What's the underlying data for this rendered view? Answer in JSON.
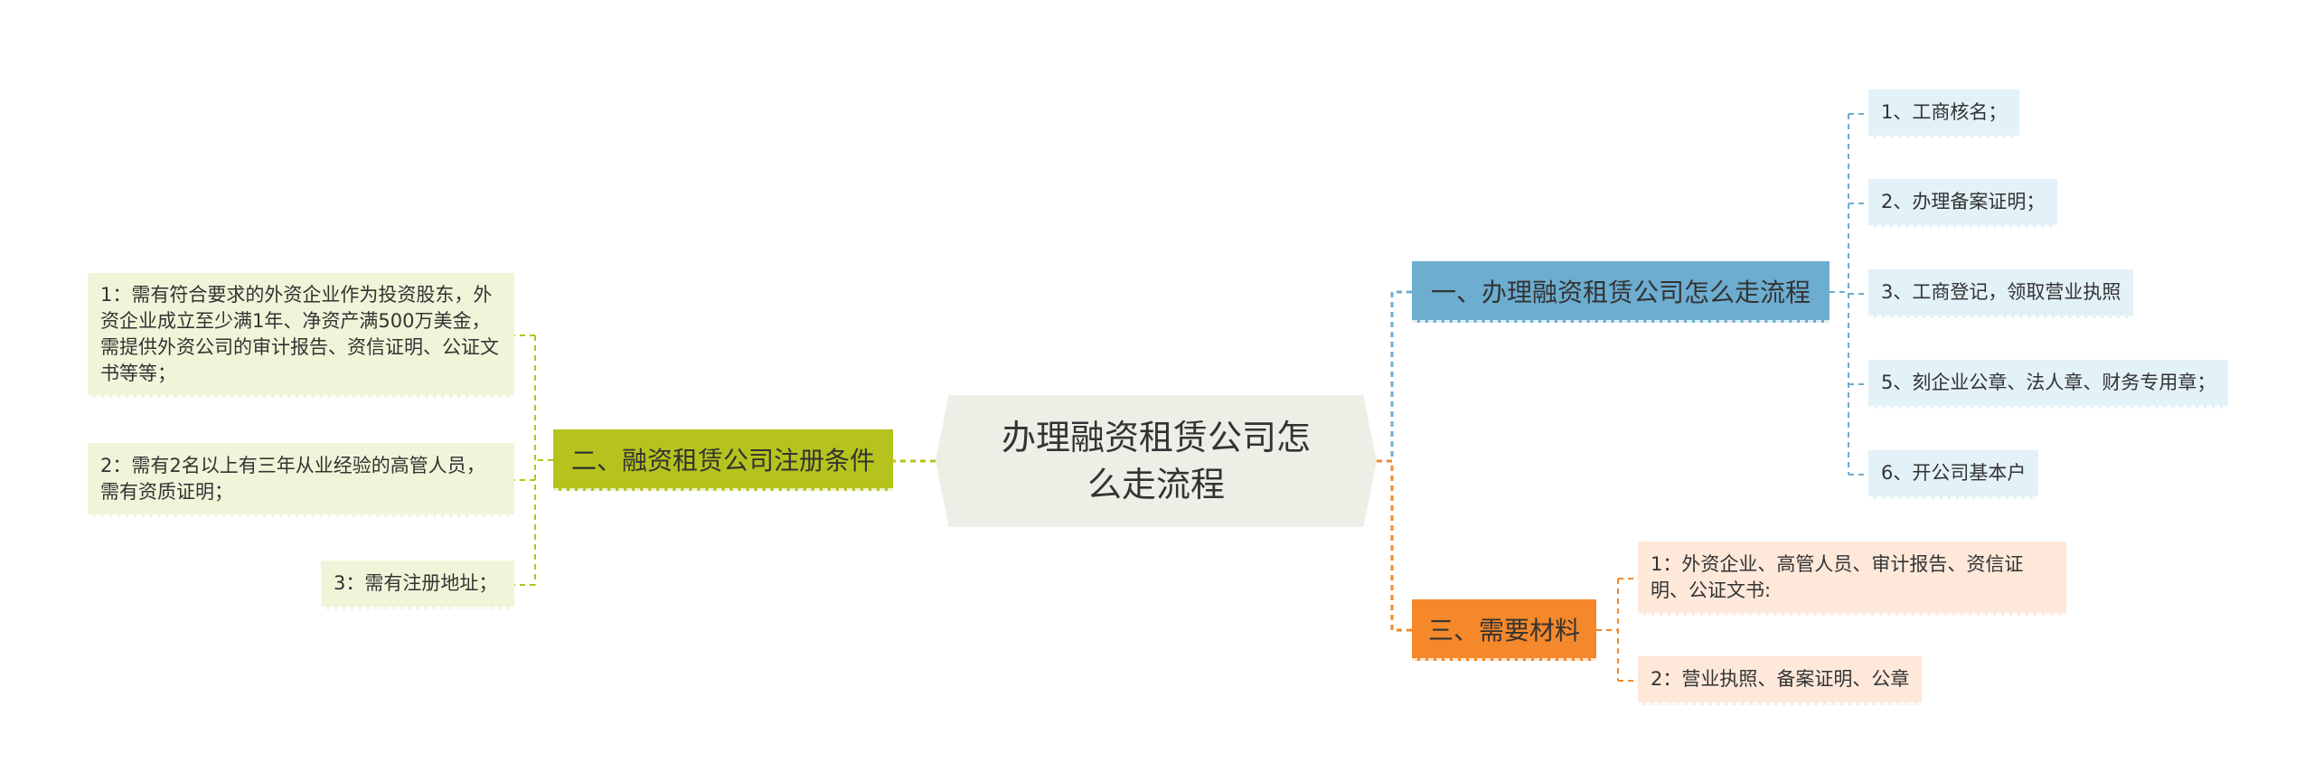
{
  "root": {
    "title": "办理融资租赁公司怎么走流程"
  },
  "branches": [
    {
      "label": "一、办理融资租赁公司怎么走流程",
      "color": "#6cadd0",
      "leaves": [
        "1、工商核名；",
        "2、办理备案证明；",
        "3、工商登记，领取营业执照",
        "5、刻企业公章、法人章、财务专用章；",
        "6、开公司基本户"
      ]
    },
    {
      "label": "二、融资租赁公司注册条件",
      "color": "#b5c31c",
      "leaves": [
        "1：需有符合要求的外资企业作为投资股东，外资企业成立至少满1年、净资产满500万美金，需提供外资公司的审计报告、资信证明、公证文书等等；",
        "2：需有2名以上有三年从业经验的高管人员，需有资质证明；",
        "3：需有注册地址；"
      ]
    },
    {
      "label": "三、需要材料",
      "color": "#f4882a",
      "leaves": [
        "1：外资企业、高管人员、审计报告、资信证明、公证文书:",
        "2：营业执照、备案证明、公章"
      ]
    }
  ]
}
